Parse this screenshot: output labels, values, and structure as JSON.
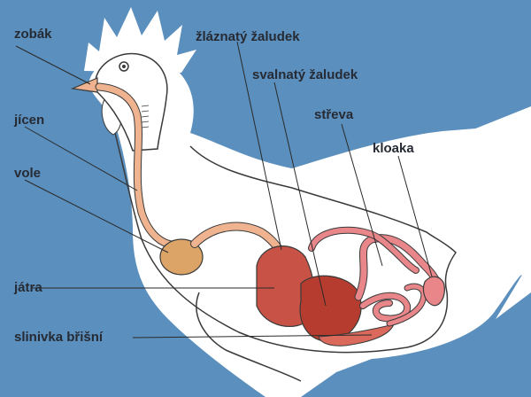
{
  "colors": {
    "background": "#5b8fbd",
    "bird_body": "#ffffff",
    "outline": "#3a3a3a",
    "esophagus": "#efb48f",
    "crop": "#dca567",
    "gizzard": "#b63c2f",
    "liver": "#c85245",
    "intestine": "#e8868a",
    "label_text": "#262a33"
  },
  "labels": {
    "beak": "zobák",
    "esophagus": "jícen",
    "crop": "vole",
    "liver": "játra",
    "pancreas": "slinivka břišní",
    "proventriculus": "žláznatý žaludek",
    "gizzard": "svalnatý žaludek",
    "intestines": "střeva",
    "cloaca": "kloaka"
  }
}
